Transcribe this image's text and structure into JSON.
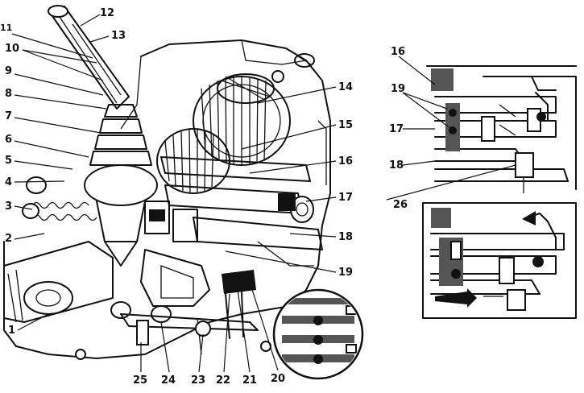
{
  "figure": {
    "main_callouts": [
      {
        "id": "c12",
        "text": "12"
      },
      {
        "id": "c13",
        "text": "13"
      },
      {
        "id": "c11",
        "text": "11"
      },
      {
        "id": "c10",
        "text": "10"
      },
      {
        "id": "c9",
        "text": "9"
      },
      {
        "id": "c8",
        "text": "8"
      },
      {
        "id": "c7",
        "text": "7"
      },
      {
        "id": "c6",
        "text": "6"
      },
      {
        "id": "c5",
        "text": "5"
      },
      {
        "id": "c4",
        "text": "4"
      },
      {
        "id": "c3",
        "text": "3"
      },
      {
        "id": "c2",
        "text": "2"
      },
      {
        "id": "c1",
        "text": "1"
      },
      {
        "id": "c14",
        "text": "14"
      },
      {
        "id": "c15",
        "text": "15"
      },
      {
        "id": "c16",
        "text": "16"
      },
      {
        "id": "c17",
        "text": "17"
      },
      {
        "id": "c18",
        "text": "18"
      },
      {
        "id": "c19",
        "text": "19"
      },
      {
        "id": "c20",
        "text": "20"
      },
      {
        "id": "c21",
        "text": "21"
      },
      {
        "id": "c22",
        "text": "22"
      },
      {
        "id": "c23",
        "text": "23"
      },
      {
        "id": "c24",
        "text": "24"
      },
      {
        "id": "c25",
        "text": "25"
      }
    ],
    "inset_callouts": [
      {
        "id": "i16",
        "text": "16"
      },
      {
        "id": "i19",
        "text": "19"
      },
      {
        "id": "i17",
        "text": "17"
      },
      {
        "id": "i18",
        "text": "18"
      },
      {
        "id": "i26",
        "text": "26"
      }
    ],
    "colors": {
      "ink": "#111111",
      "paper": "#ffffff",
      "halftone": "#555555"
    }
  }
}
